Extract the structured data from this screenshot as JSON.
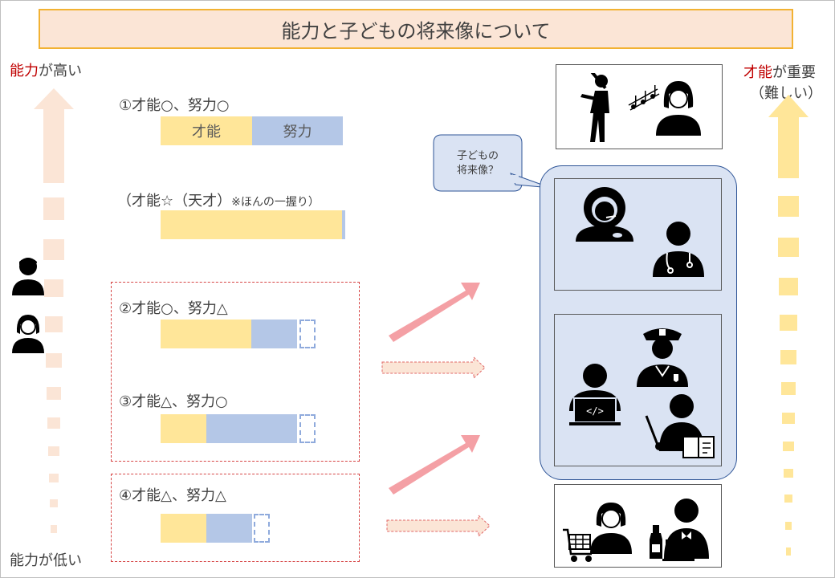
{
  "title": "能力と子どもの将来像について",
  "left_axis": {
    "top_label_red": "能力",
    "top_label_rest": "が高い",
    "bottom_label": "能力が低い"
  },
  "right_axis": {
    "top_label_red": "才能",
    "top_label_rest": "が重要",
    "sub_label": "（難しい）"
  },
  "cases": [
    {
      "label": "①才能○、努力○",
      "talent_text": "才能",
      "effort_text": "努力"
    },
    {
      "label": "（才能☆（天才）",
      "note": "※ほんの一握り）"
    },
    {
      "label": "②才能○、努力△"
    },
    {
      "label": "③才能△、努力○"
    },
    {
      "label": "④才能△、努力△"
    }
  ],
  "callout": {
    "line1": "子どもの",
    "line2": "将来像？"
  },
  "colors": {
    "talent": "#ffe699",
    "effort": "#b4c7e7",
    "accent_red": "#c00000",
    "title_bg": "#fbe5d6",
    "title_border": "#f2b233",
    "arrow_pink": "#f4a0a5",
    "arrow_left": "#fbe5d6",
    "arrow_right": "#ffe699"
  },
  "icons": [
    "baseball-player-icon",
    "singer-icon",
    "astronaut-icon",
    "doctor-icon",
    "police-officer-icon",
    "programmer-icon",
    "teacher-icon",
    "cashier-icon",
    "waiter-icon",
    "boy-icon",
    "girl-icon"
  ]
}
